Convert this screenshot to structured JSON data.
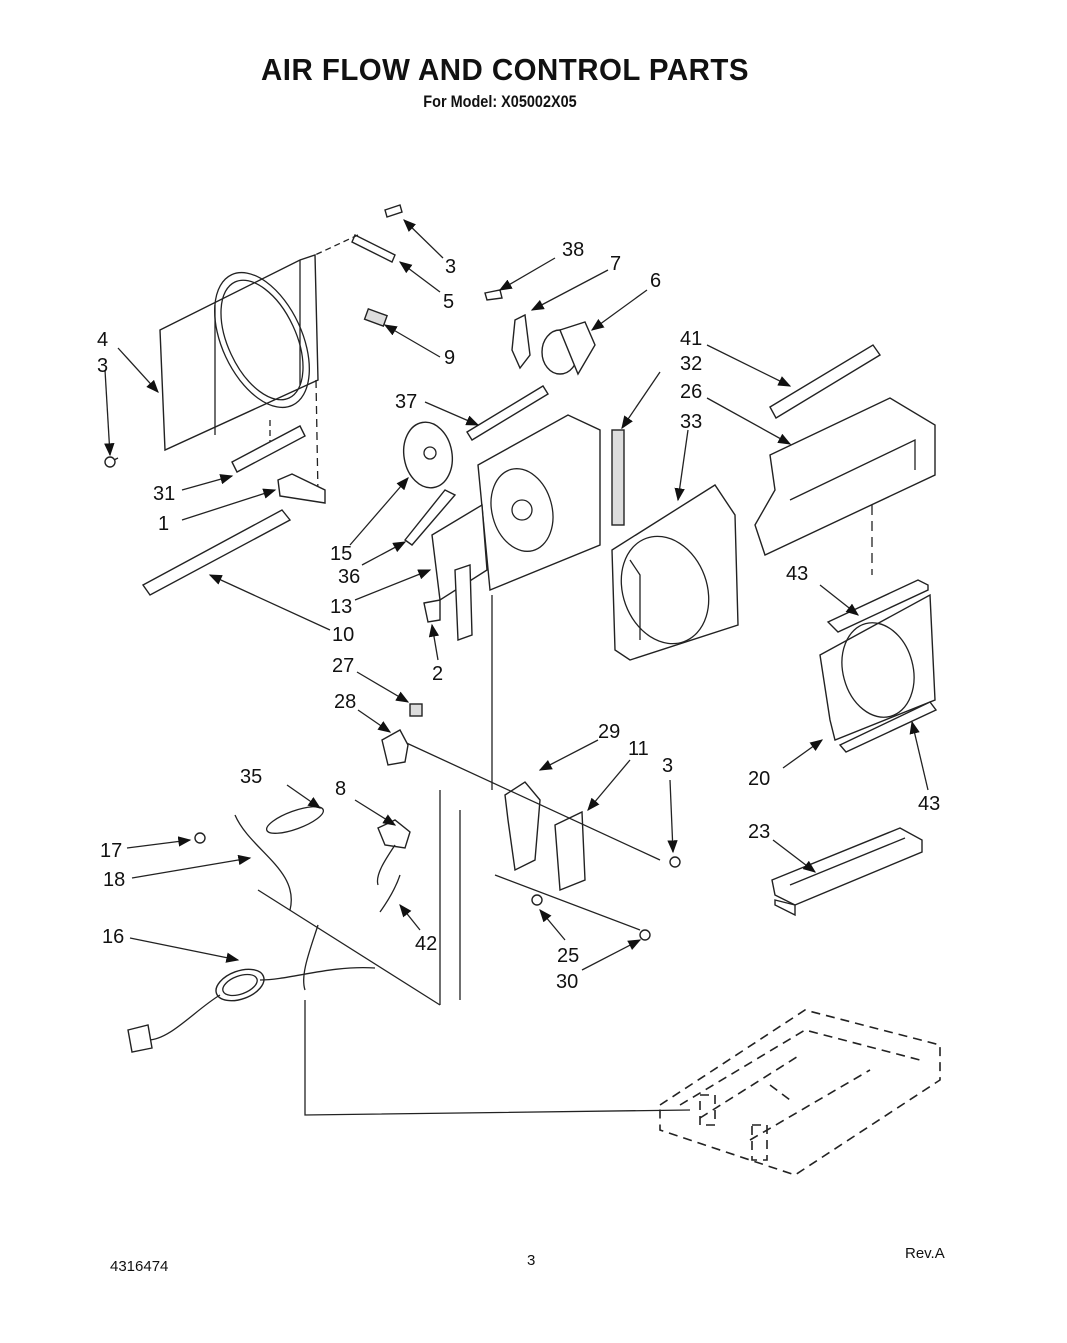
{
  "header": {
    "title": "AIR FLOW AND CONTROL PARTS",
    "subtitle": "For Model: X05002X05"
  },
  "footer": {
    "doc_number": "4316474",
    "page_number": "3",
    "revision": "Rev.A"
  },
  "callouts": [
    "3",
    "5",
    "38",
    "7",
    "6",
    "4",
    "3",
    "9",
    "41",
    "32",
    "26",
    "37",
    "33",
    "31",
    "1",
    "15",
    "36",
    "13",
    "10",
    "43",
    "27",
    "2",
    "28",
    "29",
    "11",
    "3",
    "35",
    "8",
    "20",
    "43",
    "17",
    "18",
    "23",
    "16",
    "42",
    "25",
    "30"
  ]
}
